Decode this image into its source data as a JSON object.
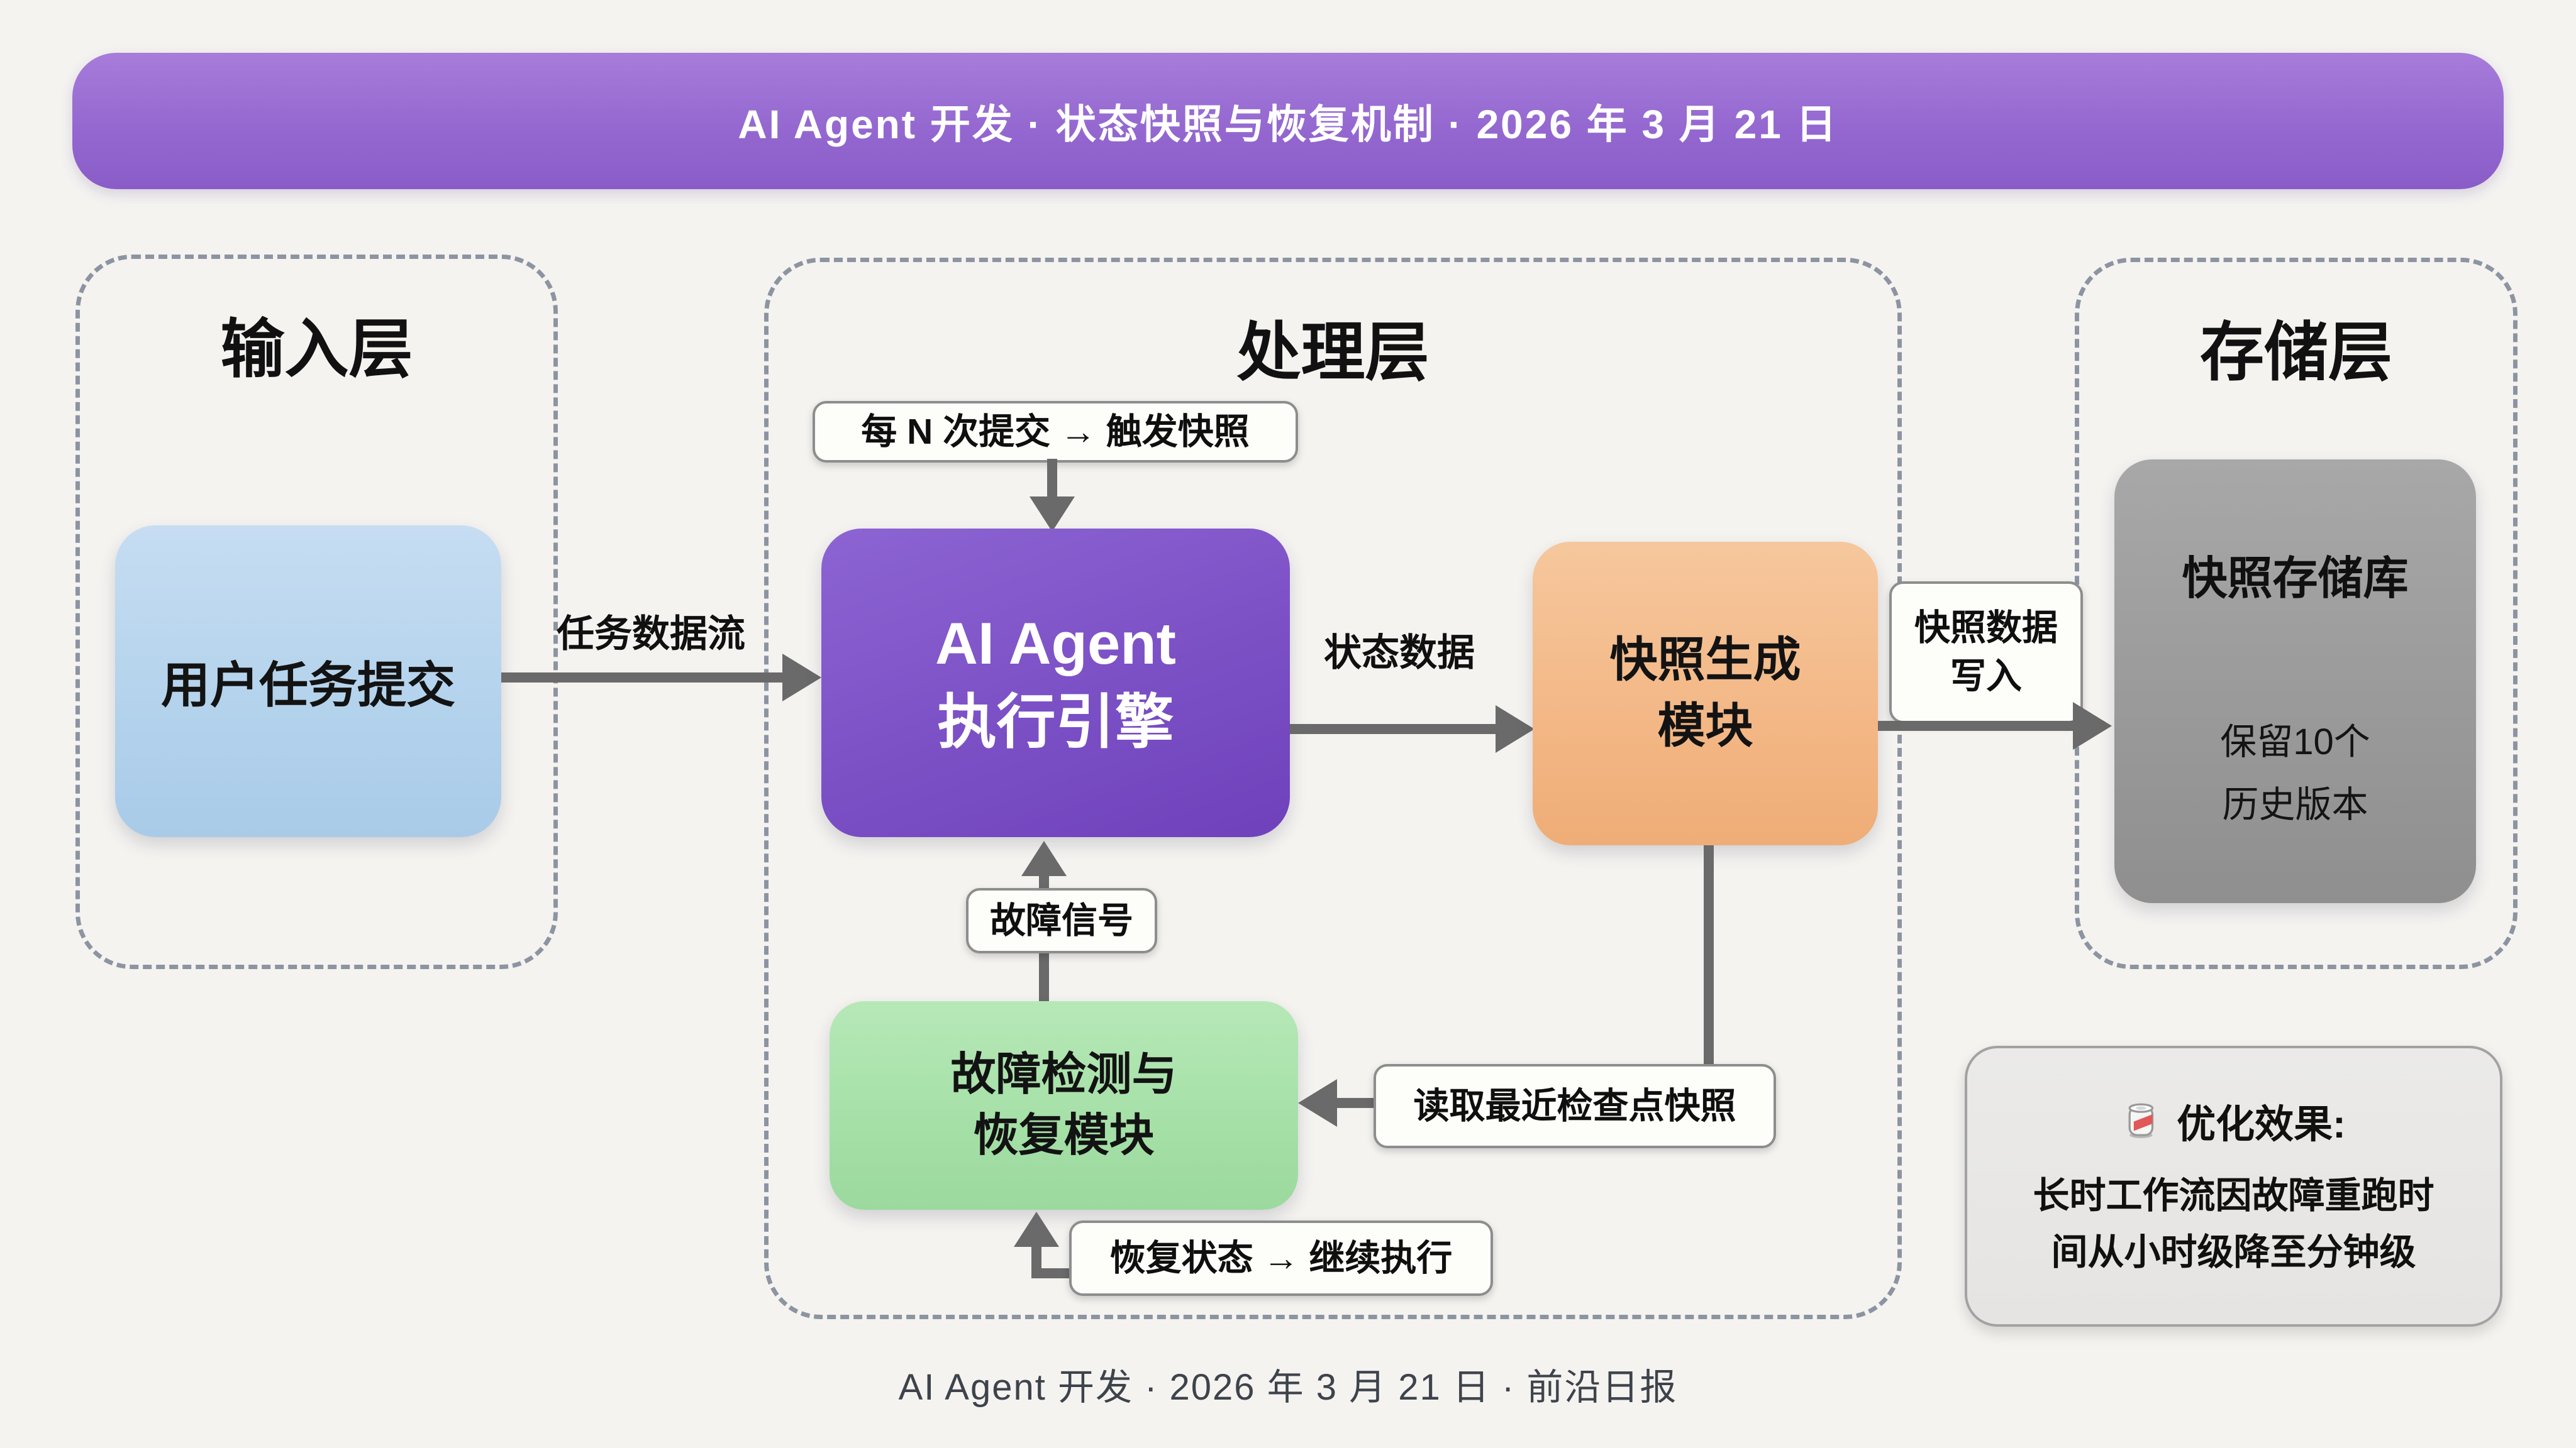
{
  "banner": {
    "title": "AI Agent 开发 · 状态快照与恢复机制 · 2026 年 3 月 21 日",
    "bg_color": "#9468d0"
  },
  "layers": {
    "input": {
      "title": "输入层"
    },
    "processing": {
      "title": "处理层"
    },
    "storage": {
      "title": "存储层"
    }
  },
  "nodes": {
    "user_submit": {
      "label": "用户任务提交",
      "color": "#b3d2ec"
    },
    "agent_engine": {
      "line1": "AI Agent",
      "line2": "执行引擎",
      "color": "#7b50c5"
    },
    "snapshot_gen": {
      "line1": "快照生成",
      "line2": "模块",
      "color": "#f3b785"
    },
    "snapshot_store": {
      "title": "快照存储库",
      "detail1": "保留10个",
      "detail2": "历史版本",
      "color": "#9a9a9a"
    },
    "fault_recovery": {
      "line1": "故障检测与",
      "line2": "恢复模块",
      "color": "#a5e0a7"
    }
  },
  "edges": {
    "task_flow": {
      "label": "任务数据流"
    },
    "snapshot_trigger": {
      "label": "每 N 次提交 → 触发快照"
    },
    "state_data": {
      "label": "状态数据"
    },
    "snapshot_write": {
      "line1": "快照数据",
      "line2": "写入"
    },
    "fault_signal": {
      "label": "故障信号"
    },
    "read_checkpoint": {
      "label": "读取最近检查点快照"
    },
    "resume": {
      "label": "恢复状态 → 继续执行"
    }
  },
  "note": {
    "icon": "newspaper-icon",
    "title": "优化效果:",
    "body_line1": "长时工作流因故障重跑时",
    "body_line2": "间从小时级降至分钟级"
  },
  "footer": {
    "text": "AI Agent 开发 · 2026 年 3 月 21 日 · 前沿日报"
  },
  "arrow_color": "#6a6a6a"
}
